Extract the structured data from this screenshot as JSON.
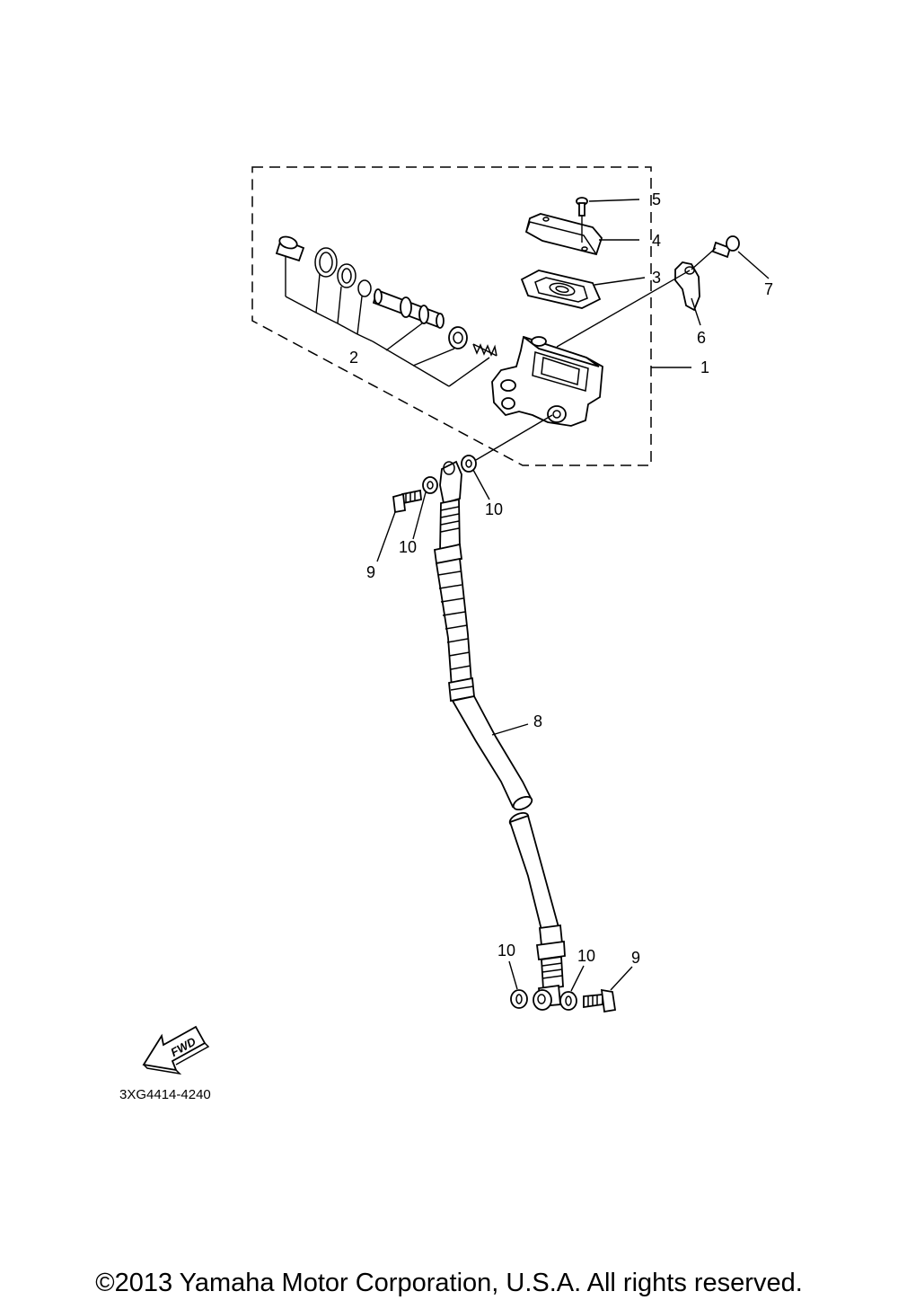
{
  "callouts": {
    "c1": "1",
    "c2": "2",
    "c3": "3",
    "c4": "4",
    "c5": "5",
    "c6": "6",
    "c7": "7",
    "c8": "8",
    "c9a": "9",
    "c9b": "9",
    "c10a": "10",
    "c10b": "10",
    "c10c": "10",
    "c10d": "10"
  },
  "fwd_label": "FWD",
  "diagram_code": "3XG4414-4240",
  "copyright": "©2013 Yamaha Motor Corporation, U.S.A. All rights reserved."
}
